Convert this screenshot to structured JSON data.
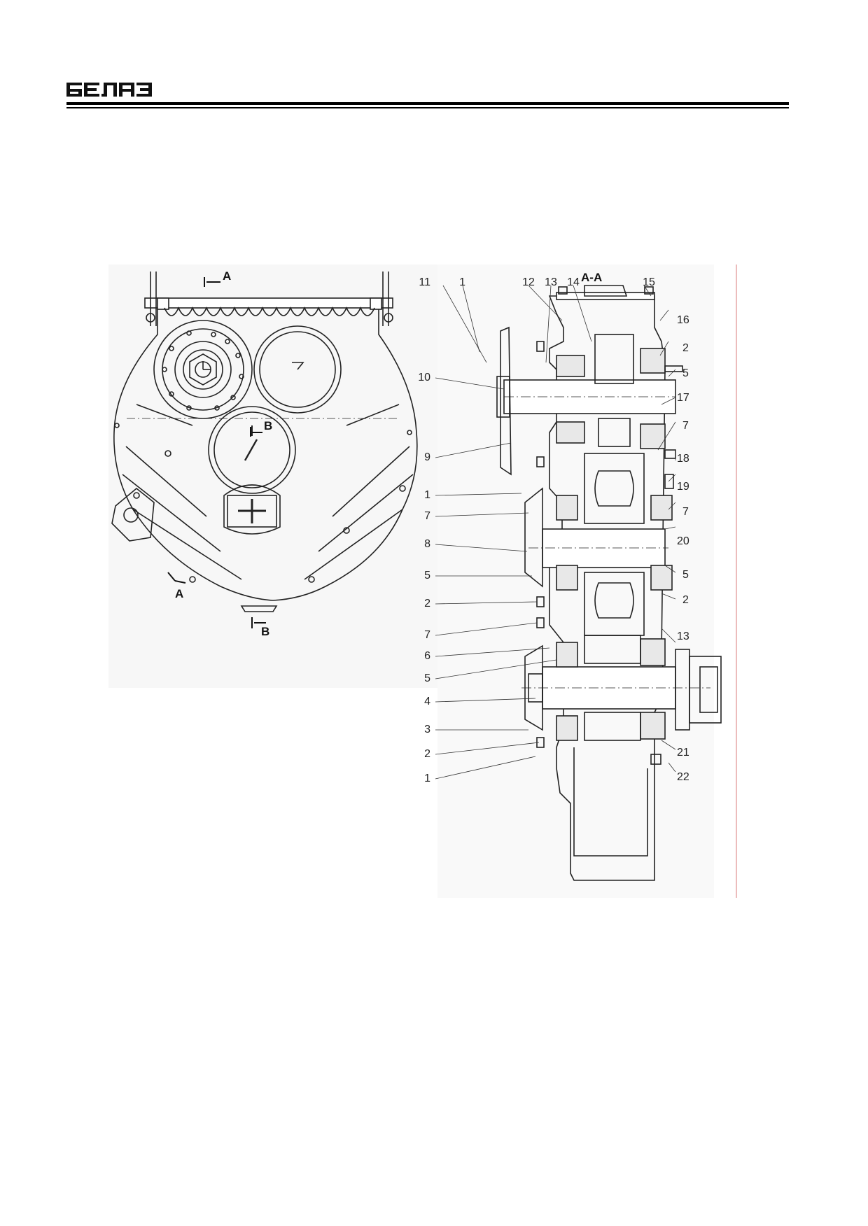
{
  "header": {
    "logo_text": "БЕЛАЗ"
  },
  "figure": {
    "left_view_labels": {
      "section_a_top": "A",
      "section_b_mid": "B",
      "section_a_bottom": "A",
      "section_b_bottom": "B"
    },
    "section_title": "A-A",
    "callouts_left": [
      "11",
      "1",
      "10",
      "9",
      "1",
      "7",
      "8",
      "5",
      "2",
      "7",
      "6",
      "5",
      "4",
      "3",
      "2",
      "1"
    ],
    "callouts_top": [
      "12",
      "13",
      "14",
      "15"
    ],
    "callouts_right": [
      "16",
      "2",
      "5",
      "17",
      "7",
      "18",
      "19",
      "7",
      "20",
      "5",
      "2",
      "13",
      "21",
      "22"
    ]
  }
}
